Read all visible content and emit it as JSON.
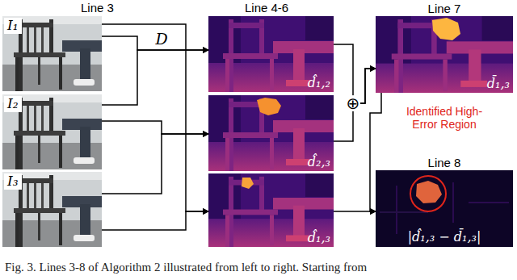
{
  "diagram": {
    "caption": "Fig. 3. Lines 3-8 of Algorithm 2 illustrated from left to right. Starting from",
    "nodes": [
      {
        "text": [
          "I₁"
        ]
      },
      {
        "text": [
          "I₂"
        ]
      },
      {
        "text": [
          "I₃"
        ]
      },
      {
        "text": [
          "d̂₁,₂"
        ]
      },
      {
        "text": [
          "d̂₂,₃"
        ]
      },
      {
        "text": [
          "d̂₁,₃"
        ]
      },
      {
        "text": [
          "Line 7",
          "d̄₁,₃"
        ]
      },
      {
        "text": [
          "Line 8",
          "|d̂₁,₃ − d̄₁,₃|"
        ]
      }
    ],
    "edges": [
      {
        "from": 0,
        "to": 3,
        "arrow": "to",
        "label": "D"
      },
      {
        "from": 1,
        "to": 3,
        "arrow": "to"
      },
      {
        "from": 1,
        "to": 4,
        "arrow": "to"
      },
      {
        "from": 2,
        "to": 4,
        "arrow": "to"
      },
      {
        "from": 0,
        "to": 5,
        "arrow": "to"
      },
      {
        "from": 2,
        "to": 5,
        "arrow": "to"
      },
      {
        "from": 3,
        "to": 6,
        "arrow": "to"
      },
      {
        "from": 4,
        "to": 6,
        "arrow": "to"
      },
      {
        "from": 5,
        "to": 7,
        "arrow": "to"
      },
      {
        "from": 6,
        "to": 7,
        "arrow": "to"
      }
    ],
    "labels": [
      "Line 3",
      "Line 4-6",
      "⊕",
      "Identified High-Error Region"
    ]
  }
}
